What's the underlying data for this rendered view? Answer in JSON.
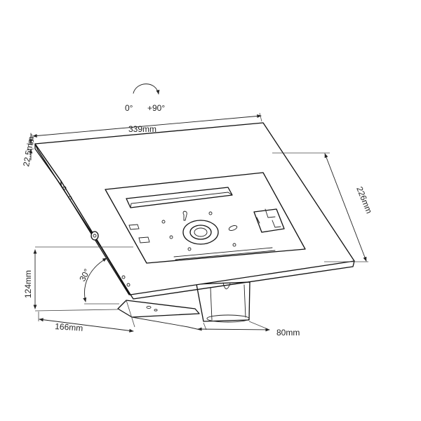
{
  "rotation": {
    "from_label": "0°",
    "to_label": "+90°",
    "icon": "rotate-clockwise-arrow"
  },
  "dimensions": {
    "width": "339mm",
    "height": "226mm",
    "depth": "22.5mm",
    "stand_height": "124mm",
    "tilt": "30°",
    "base_depth": "166mm",
    "base_width": "80mm"
  },
  "colors": {
    "line": "#111111",
    "background": "#ffffff"
  }
}
